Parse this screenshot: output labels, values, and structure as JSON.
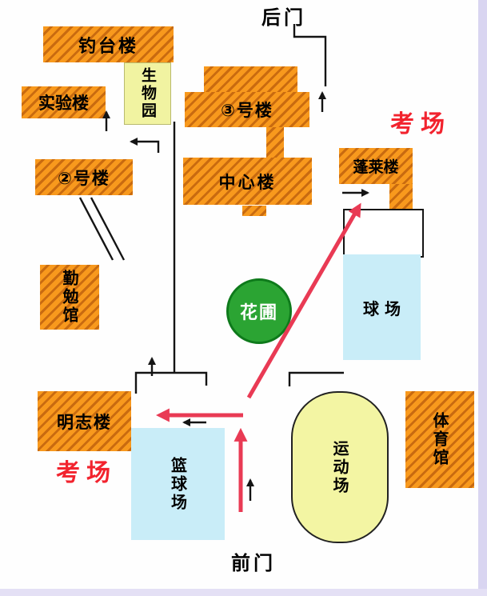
{
  "colors": {
    "building_orange": "#F8991D",
    "building_stripe": "#C96B10",
    "garden_yellow": "#F1F3A1",
    "court_blue": "#C9EDF8",
    "flowerbed_green": "#2BA433",
    "flowerbed_border": "#0E7A1B",
    "route_red": "#E93A54",
    "exam_red": "#F2232E",
    "path_black": "#141414"
  },
  "gates": {
    "back": "后门",
    "front": "前门"
  },
  "exam_labels": {
    "top_right": "考场",
    "bottom_left": "考场"
  },
  "buildings": {
    "diaotai": "钓台楼",
    "biology_garden": "生物园",
    "laboratory": "实验楼",
    "no3": "③号楼",
    "central": "中心楼",
    "penglai": "蓬莱楼",
    "no2": "②号楼",
    "qinmian": "勤勉馆",
    "flowerbed": "花圃",
    "ball_court": "球 场",
    "mingzhi": "明志楼",
    "basketball_court": "篮球场",
    "sports_field": "运动场",
    "gymnasium": "体育馆"
  }
}
